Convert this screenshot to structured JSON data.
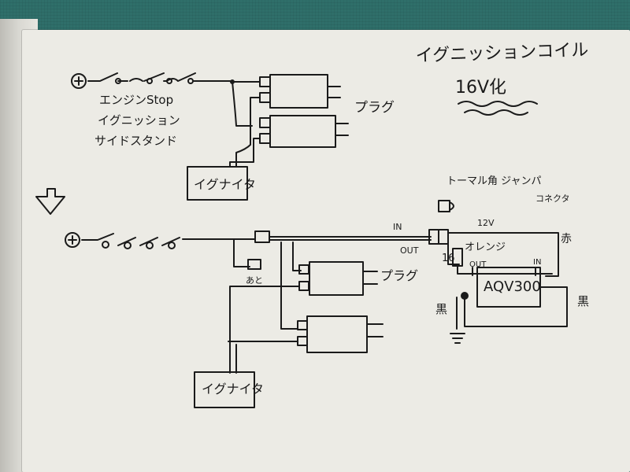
{
  "title": {
    "line1": "イグニッションコイル",
    "line2": "16V化"
  },
  "before": {
    "labels": [
      "エンジンStop",
      "イグニッション",
      "サイドスタンド"
    ],
    "plug_label": "プラグ",
    "igniter_label": "イグナイタ"
  },
  "after": {
    "plug_label": "プラグ",
    "igniter_label": "イグナイタ",
    "connector_note_line1": "トーマル角 ジャンパ",
    "connector_note_line2": "コネクタ",
    "in_label": "IN",
    "out_label": "OUT",
    "v12_label": "12V",
    "red_label": "赤",
    "orange_label": "オレンジ",
    "v16_label": "16",
    "out2_label": "OUT",
    "in2_label": "IN",
    "module_label": "AQV300",
    "black_left_label": "黒",
    "black_right_label": "黒",
    "small_left_label": "あと"
  },
  "colors": {
    "ink": "#1a1a1a",
    "paper": "#ecebe5",
    "mat": "#2f6f6a"
  }
}
